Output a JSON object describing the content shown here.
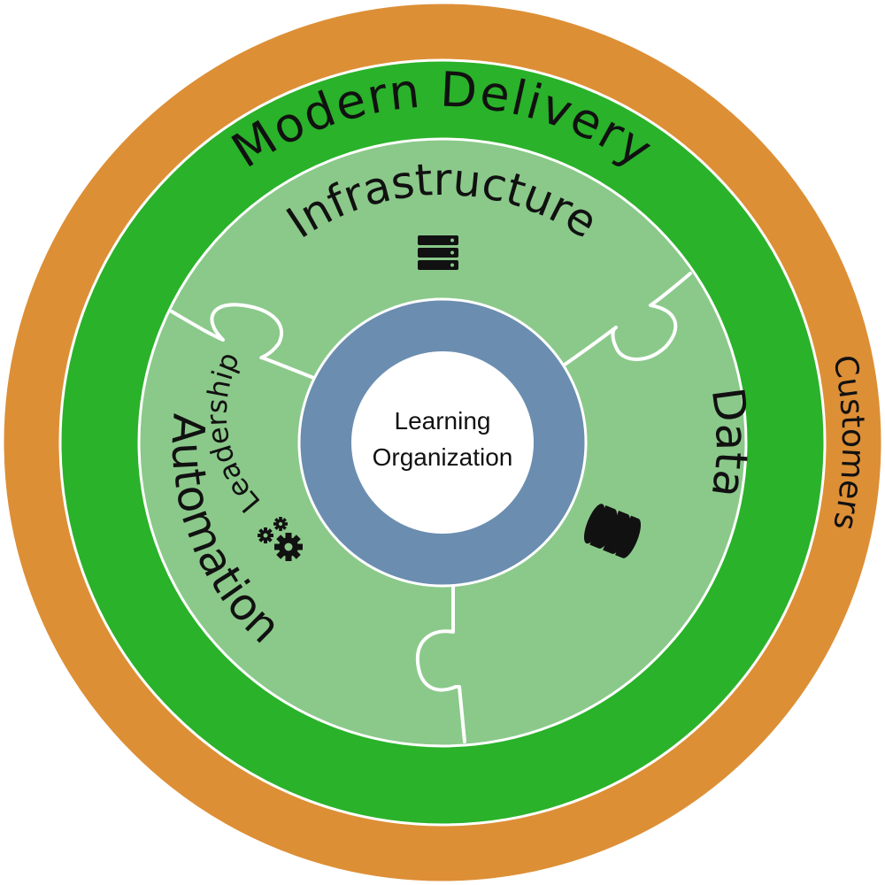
{
  "layers": {
    "outer": {
      "label": "Customers",
      "color": "#dd8f36"
    },
    "delivery": {
      "label": "Modern Delivery",
      "color": "#2ab22a"
    },
    "pillars": {
      "color": "#8bc98a",
      "items": [
        {
          "label": "Infrastructure",
          "icon": "server-icon"
        },
        {
          "label": "Data",
          "icon": "database-icon"
        },
        {
          "label": "Automation",
          "icon": "gears-icon"
        }
      ]
    },
    "leadership": {
      "label": "Leadership",
      "color": "#6b8db0"
    },
    "core": {
      "line1": "Learning",
      "line2": "Organization",
      "color": "#ffffff"
    }
  }
}
